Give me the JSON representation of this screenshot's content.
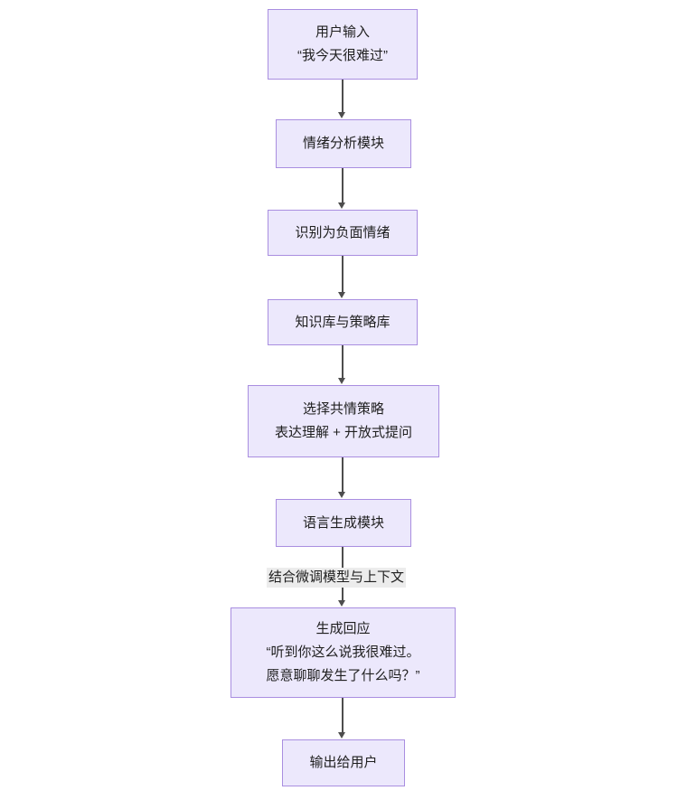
{
  "diagram": {
    "type": "flowchart",
    "direction": "top-to-bottom",
    "background_color": "#ffffff",
    "node_fill_color": "#ece8fc",
    "node_border_color": "#a98ee0",
    "connector_color": "#4d4d4d",
    "text_color": "#1f1f1f",
    "edge_label_background": "#ececec"
  },
  "nodes": [
    {
      "id": "user-input",
      "lines": [
        "用户输入",
        "“我今天很难过”"
      ]
    },
    {
      "id": "emotion-module",
      "lines": [
        "情绪分析模块"
      ]
    },
    {
      "id": "negative-emotion",
      "lines": [
        "识别为负面情绪"
      ]
    },
    {
      "id": "knowledge-base",
      "lines": [
        "知识库与策略库"
      ]
    },
    {
      "id": "empathy-strategy",
      "lines": [
        "选择共情策略",
        "表达理解 + 开放式提问"
      ]
    },
    {
      "id": "language-module",
      "lines": [
        "语言生成模块"
      ]
    },
    {
      "id": "response",
      "lines": [
        "生成回应",
        "“听到你这么说我很难过。",
        "愿意聊聊发生了什么吗？”"
      ]
    },
    {
      "id": "output-user",
      "lines": [
        "输出给用户"
      ]
    }
  ],
  "edge_labels": [
    {
      "id": "finetune",
      "text": "结合微调模型与上下文",
      "between": [
        "language-module",
        "response"
      ]
    }
  ]
}
